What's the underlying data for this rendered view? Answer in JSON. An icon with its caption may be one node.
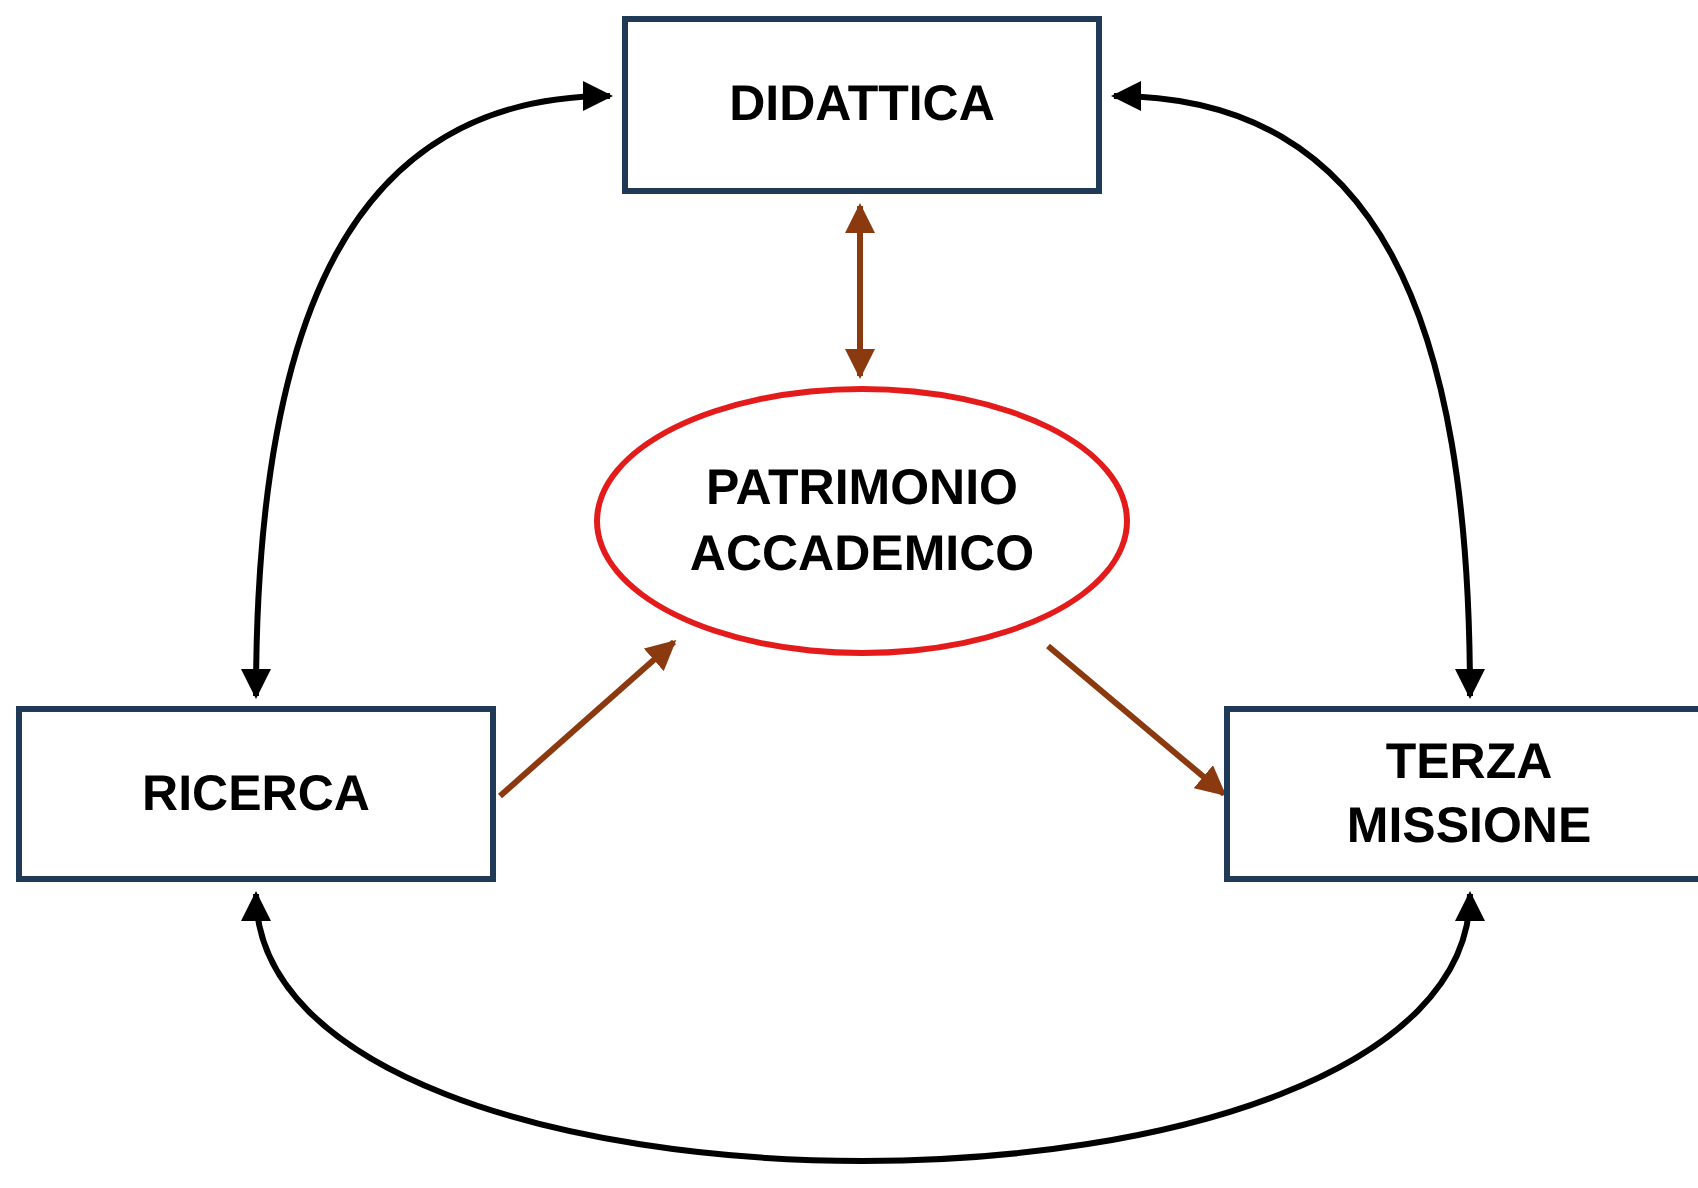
{
  "diagram": {
    "nodes": [
      {
        "text": [
          "DIDATTICA"
        ]
      },
      {
        "text": [
          "PATRIMONIO ACCADEMICO"
        ]
      },
      {
        "text": [
          "RICERCA"
        ]
      },
      {
        "text": [
          "TERZA MISSIONE"
        ]
      }
    ],
    "edges": [
      {
        "from": 0,
        "to": 2,
        "arrow": "both"
      },
      {
        "from": 0,
        "to": 3,
        "arrow": "both"
      },
      {
        "from": 2,
        "to": 3,
        "arrow": "both"
      },
      {
        "from": 0,
        "to": 1,
        "arrow": "both",
        "color": "#8b3a0f"
      },
      {
        "from": 2,
        "to": 1,
        "arrow": "to",
        "color": "#8b3a0f"
      },
      {
        "from": 1,
        "to": 3,
        "arrow": "to",
        "color": "#8b3a0f"
      }
    ]
  }
}
